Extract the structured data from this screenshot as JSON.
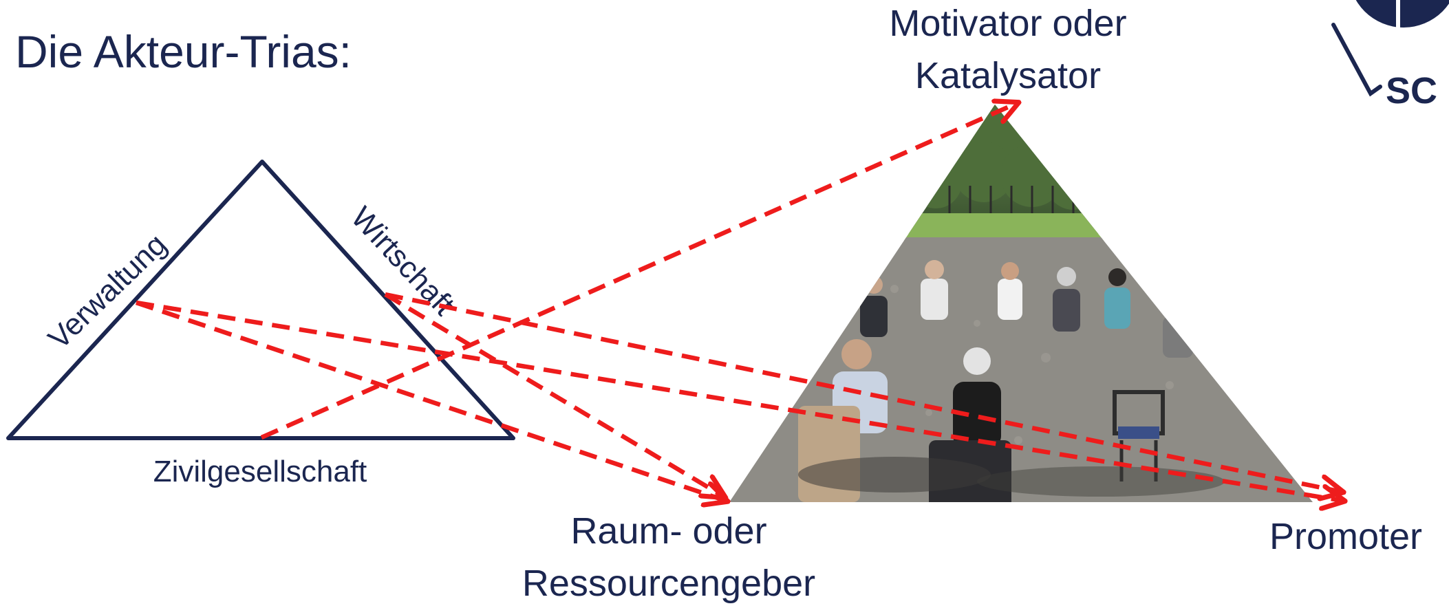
{
  "page": {
    "title": "Die Akteur-Trias:"
  },
  "left_triangle": {
    "label_left_edge": "Verwaltung",
    "label_right_edge": "Wirtschaft",
    "label_base": "Zivilgesellschaft"
  },
  "photo_triangle": {
    "corner_top_line1": "Motivator oder",
    "corner_top_line2": "Katalysator",
    "corner_bottom_left_line1": "Raum- oder",
    "corner_bottom_left_line2": "Ressourcengeber",
    "corner_bottom_right": "Promoter"
  },
  "logo": {
    "text_fragment": "SC"
  },
  "colors": {
    "navy": "#1b2650",
    "arrow_red": "#ee1c1c"
  }
}
